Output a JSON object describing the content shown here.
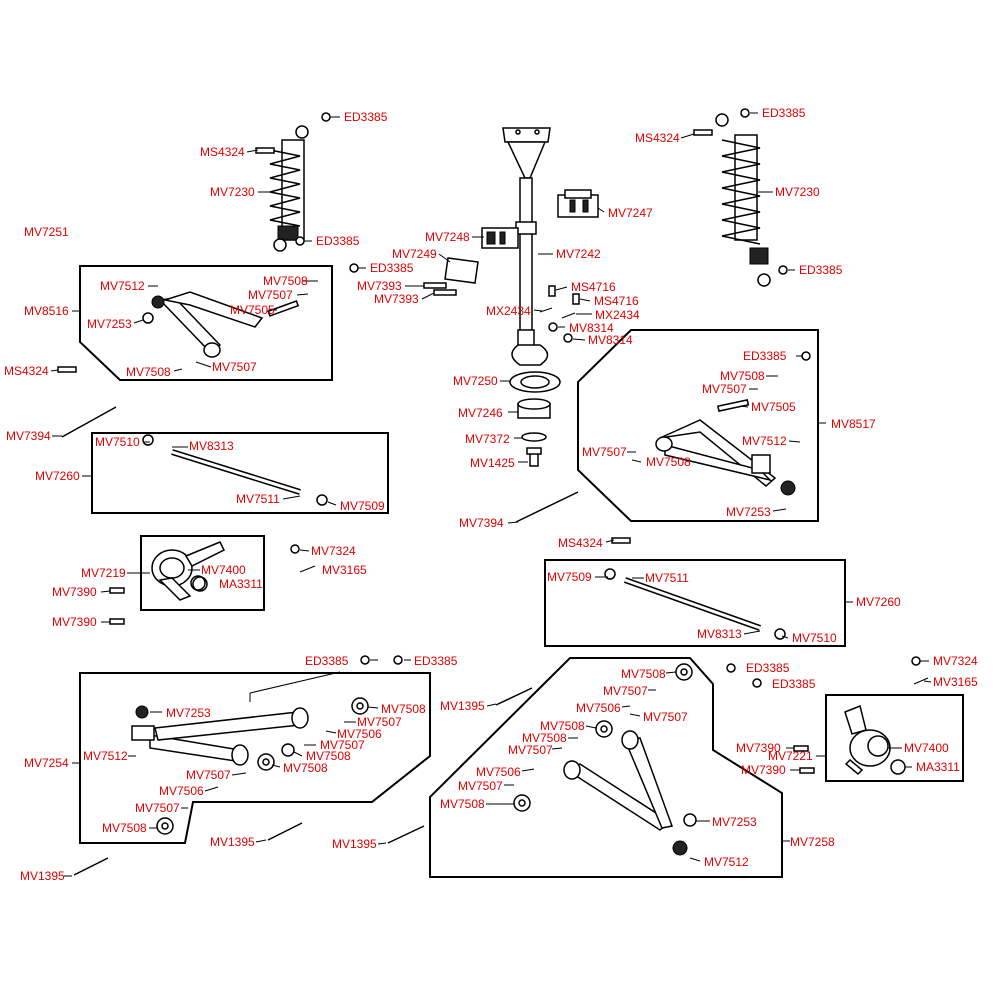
{
  "colors": {
    "label": "#e00000",
    "line": "#000000",
    "background": "#ffffff"
  },
  "labels": {
    "ed3385_tl": "ED3385",
    "ms4324_tl": "MS4324",
    "mv7230_l": "MV7230",
    "ed3385_l2": "ED3385",
    "mv7251": "MV7251",
    "ed3385_l3": "ED3385",
    "ed3385_tr": "ED3385",
    "ms4324_tr": "MS4324",
    "mv7230_r": "MV7230",
    "ed3385_r2": "ED3385",
    "mv7247": "MV7247",
    "mv7248": "MV7248",
    "mv7242": "MV7242",
    "mv7249": "MV7249",
    "mv7393_a": "MV7393",
    "mv7393_b": "MV7393",
    "ms4716_a": "MS4716",
    "ms4716_b": "MS4716",
    "mx2434_a": "MX2434",
    "mx2434_b": "MX2434",
    "mv8314_a": "MV8314",
    "mv8314_b": "MV8314",
    "mv7250": "MV7250",
    "mv7246": "MV7246",
    "mv7372": "MV7372",
    "mv1425": "MV1425",
    "mv7394_c": "MV7394",
    "ms4324_c": "MS4324",
    "mv7512_a": "MV7512",
    "mv7508_a": "MV7508",
    "mv7507_a": "MV7507",
    "mv8516": "MV8516",
    "mv7505_a": "MV7505",
    "mv7253_a": "MV7253",
    "mv7508_a2": "MV7508",
    "mv7507_a2": "MV7507",
    "ms4324_l": "MS4324",
    "mv7394_l": "MV7394",
    "mv7510": "MV7510",
    "mv8313_a": "MV8313",
    "mv7260_a": "MV7260",
    "mv7511_a": "MV7511",
    "mv7509_a": "MV7509",
    "mv7324_a": "MV7324",
    "mv3165_a": "MV3165",
    "mv7219": "MV7219",
    "mv7400_a": "MV7400",
    "ma3311_a": "MA3311",
    "mv7390_a": "MV7390",
    "mv7390_a2": "MV7390",
    "ed3385_m1": "ED3385",
    "mv7508_b": "MV7508",
    "mv7507_b": "MV7507",
    "mv7505_b": "MV7505",
    "mv8517": "MV8517",
    "mv7507_b2": "MV7507",
    "mv7508_b2": "MV7508",
    "mv7512_b": "MV7512",
    "mv7253_b": "MV7253",
    "mv7509_b": "MV7509",
    "mv7511_b": "MV7511",
    "mv7260_b": "MV7260",
    "mv8313_b": "MV8313",
    "mv7510_b": "MV7510",
    "ed3385_b1": "ED3385",
    "ed3385_b2": "ED3385",
    "mv7253_c": "MV7253",
    "mv7508_c": "MV7508",
    "mv7507_c": "MV7507",
    "mv7506_c": "MV7506",
    "mv7507_c2": "MV7507",
    "mv7508_c2": "MV7508",
    "mv7254": "MV7254",
    "mv7512_c": "MV7512",
    "mv7507_c3": "MV7507",
    "mv7506_c2": "MV7506",
    "mv7507_c4": "MV7507",
    "mv7508_c3": "MV7508",
    "mv1395_a": "MV1395",
    "mv1395_b": "MV1395",
    "mv1395_c": "MV1395",
    "mv1395_d": "MV1395",
    "mv7508_d": "MV7508",
    "mv7507_d": "MV7507",
    "mv7506_d": "MV7506",
    "mv7507_d2": "MV7507",
    "mv7508_d2": "MV7508",
    "mv7508_d3": "MV7508",
    "mv7507_d3": "MV7507",
    "mv7506_d2": "MV7506",
    "mv7507_d4": "MV7507",
    "mv7508_d4": "MV7508",
    "mv7253_d": "MV7253",
    "mv7258": "MV7258",
    "mv7512_d": "MV7512",
    "ed3385_r3": "ED3385",
    "ed3385_r4": "ED3385",
    "mv7324_b": "MV7324",
    "mv3165_b": "MV3165",
    "mv7221": "MV7221",
    "mv7390_b": "MV7390",
    "mv7390_b2": "MV7390",
    "mv7400_b": "MV7400",
    "ma3311_b": "MA3311"
  }
}
